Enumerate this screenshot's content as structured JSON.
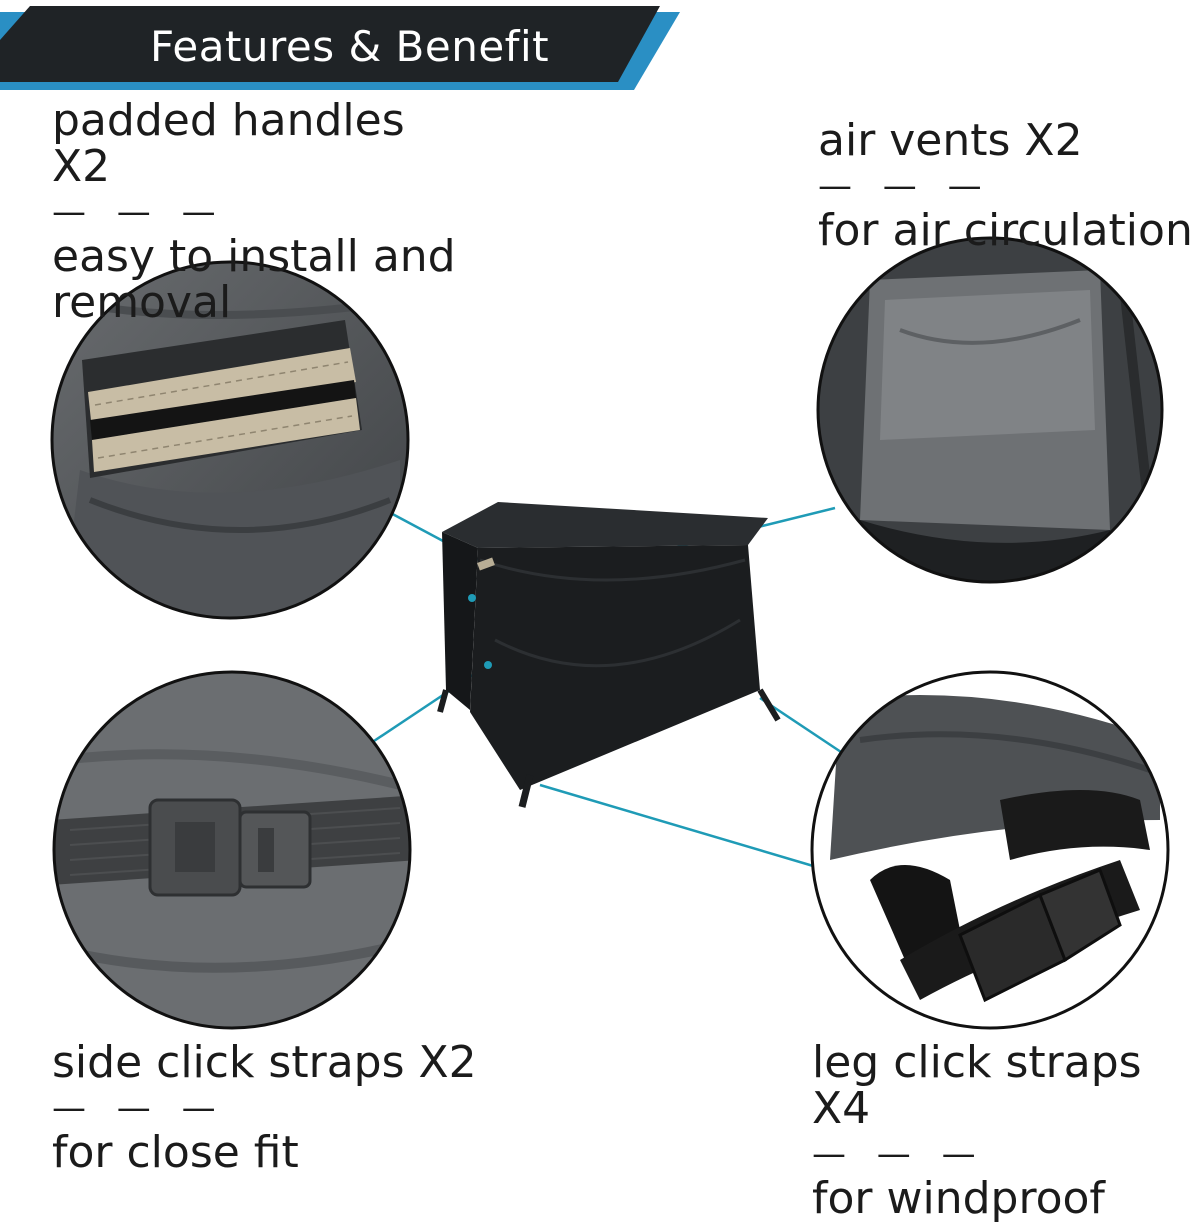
{
  "banner": {
    "title": "Features & Benefit"
  },
  "features": [
    {
      "title": "padded handles X2",
      "dash": "— — —",
      "desc": "easy to install and removal"
    },
    {
      "title": "air vents X2",
      "dash": "— — —",
      "desc": "for air circulation"
    },
    {
      "title": "side click straps X2",
      "dash": "— — —",
      "desc": "for close fit"
    },
    {
      "title": "leg click straps X4",
      "dash": "— — —",
      "desc": "for windproof"
    }
  ],
  "colors": {
    "banner_dark": "#1f2326",
    "banner_accent": "#2a8fc4",
    "connector": "#1f9bb6",
    "cover": "#1b1d1f",
    "fabric": "#5c5f62"
  },
  "icons": [
    "handle-closeup",
    "vent-closeup",
    "side-buckle-closeup",
    "leg-buckle-closeup"
  ]
}
